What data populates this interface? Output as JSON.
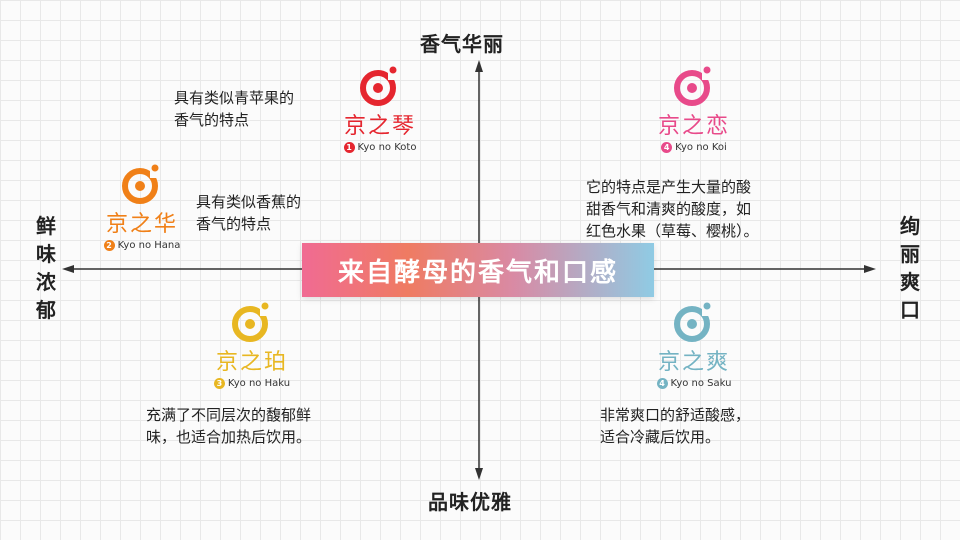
{
  "center_title": "来自酵母的香气和口感",
  "axes": {
    "top": "香气华丽",
    "bottom": "品味优雅",
    "left": "鲜味浓郁",
    "right": "绚丽爽口"
  },
  "brands": [
    {
      "name": "京之琴",
      "number": "1",
      "romaji": "Kyo no Koto",
      "color": "#e5262f",
      "description": [
        "具有类似青苹果的",
        "香气的特点"
      ]
    },
    {
      "name": "京之华",
      "number": "2",
      "romaji": "Kyo no Hana",
      "color": "#f08018",
      "description": [
        "具有类似香蕉的",
        "香气的特点"
      ]
    },
    {
      "name": "京之珀",
      "number": "3",
      "romaji": "Kyo no Haku",
      "color": "#e8b722",
      "description": [
        "充满了不同层次的馥郁鲜",
        "味，也适合加热后饮用。"
      ]
    },
    {
      "name": "京之恋",
      "number": "4",
      "romaji": "Kyo no Koi",
      "color": "#e84a8a",
      "description": [
        "它的特点是产生大量的酸",
        "甜香气和清爽的酸度，如",
        "红色水果（草莓、樱桃）。"
      ]
    },
    {
      "name": "京之爽",
      "number": "4",
      "romaji": "Kyo no Saku",
      "color": "#74b3c3",
      "description": [
        "非常爽口的舒适酸感，",
        "适合冷藏后饮用。"
      ]
    }
  ]
}
